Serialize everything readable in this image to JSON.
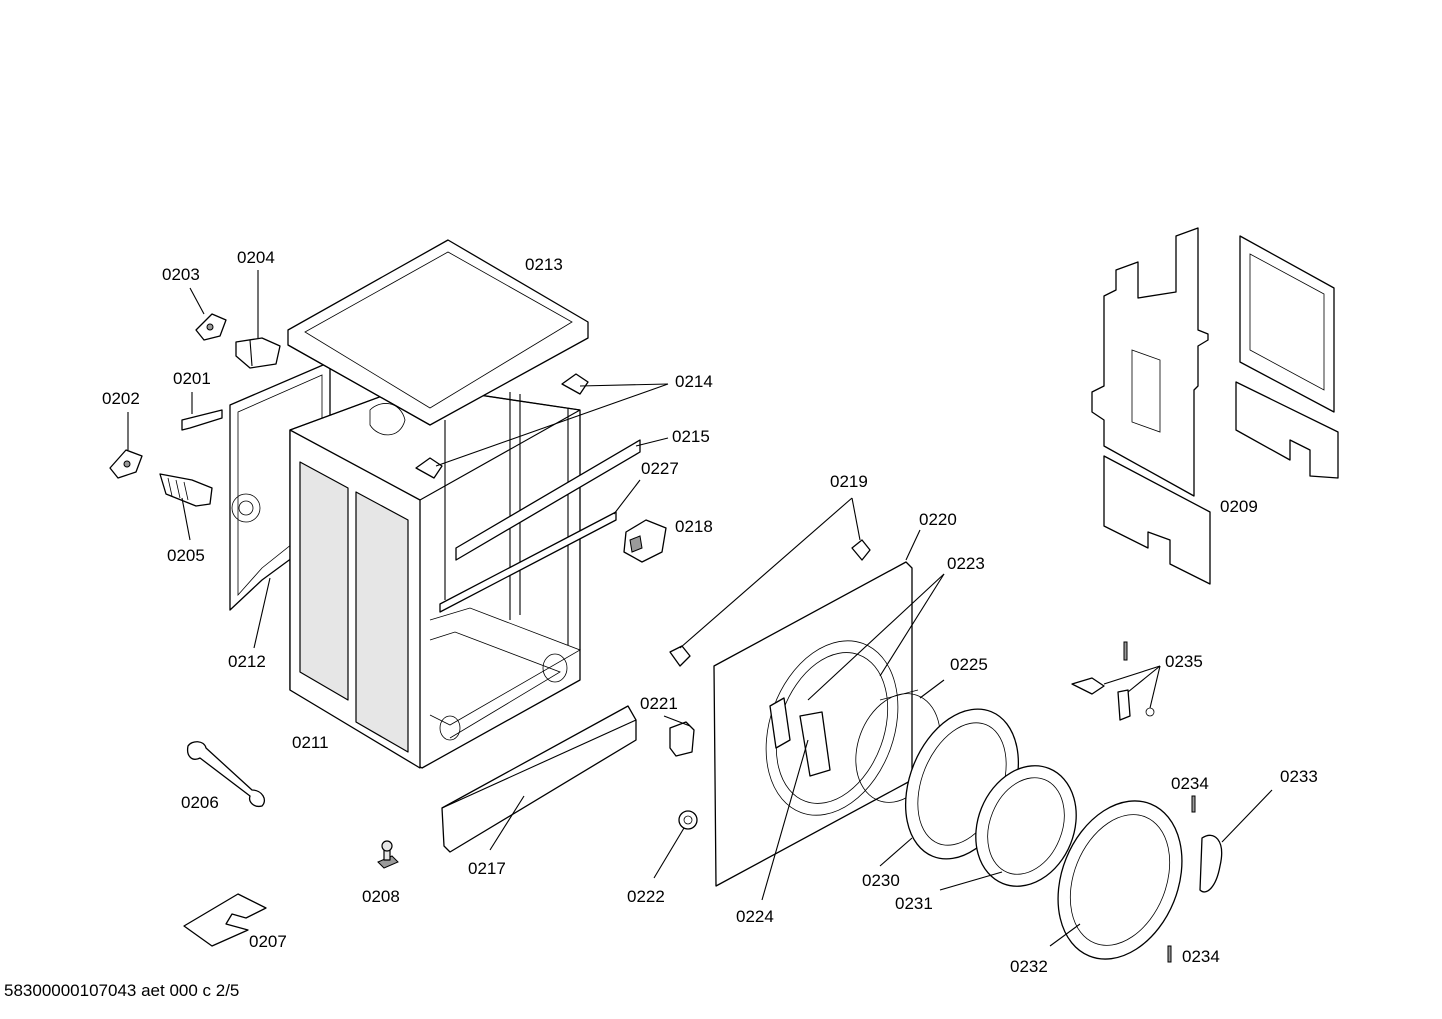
{
  "callouts": {
    "c0201": "0201",
    "c0202": "0202",
    "c0203": "0203",
    "c0204": "0204",
    "c0205": "0205",
    "c0206": "0206",
    "c0207": "0207",
    "c0208": "0208",
    "c0209": "0209",
    "c0211": "0211",
    "c0212": "0212",
    "c0213": "0213",
    "c0214": "0214",
    "c0215": "0215",
    "c0217": "0217",
    "c0218": "0218",
    "c0219": "0219",
    "c0220": "0220",
    "c0221": "0221",
    "c0222": "0222",
    "c0223": "0223",
    "c0224": "0224",
    "c0225": "0225",
    "c0227": "0227",
    "c0230": "0230",
    "c0231": "0231",
    "c0232": "0232",
    "c0233": "0233",
    "c0234a": "0234",
    "c0234b": "0234",
    "c0235": "0235"
  },
  "footer": {
    "reference": "58300000107043 aet 000 c 2/5"
  }
}
